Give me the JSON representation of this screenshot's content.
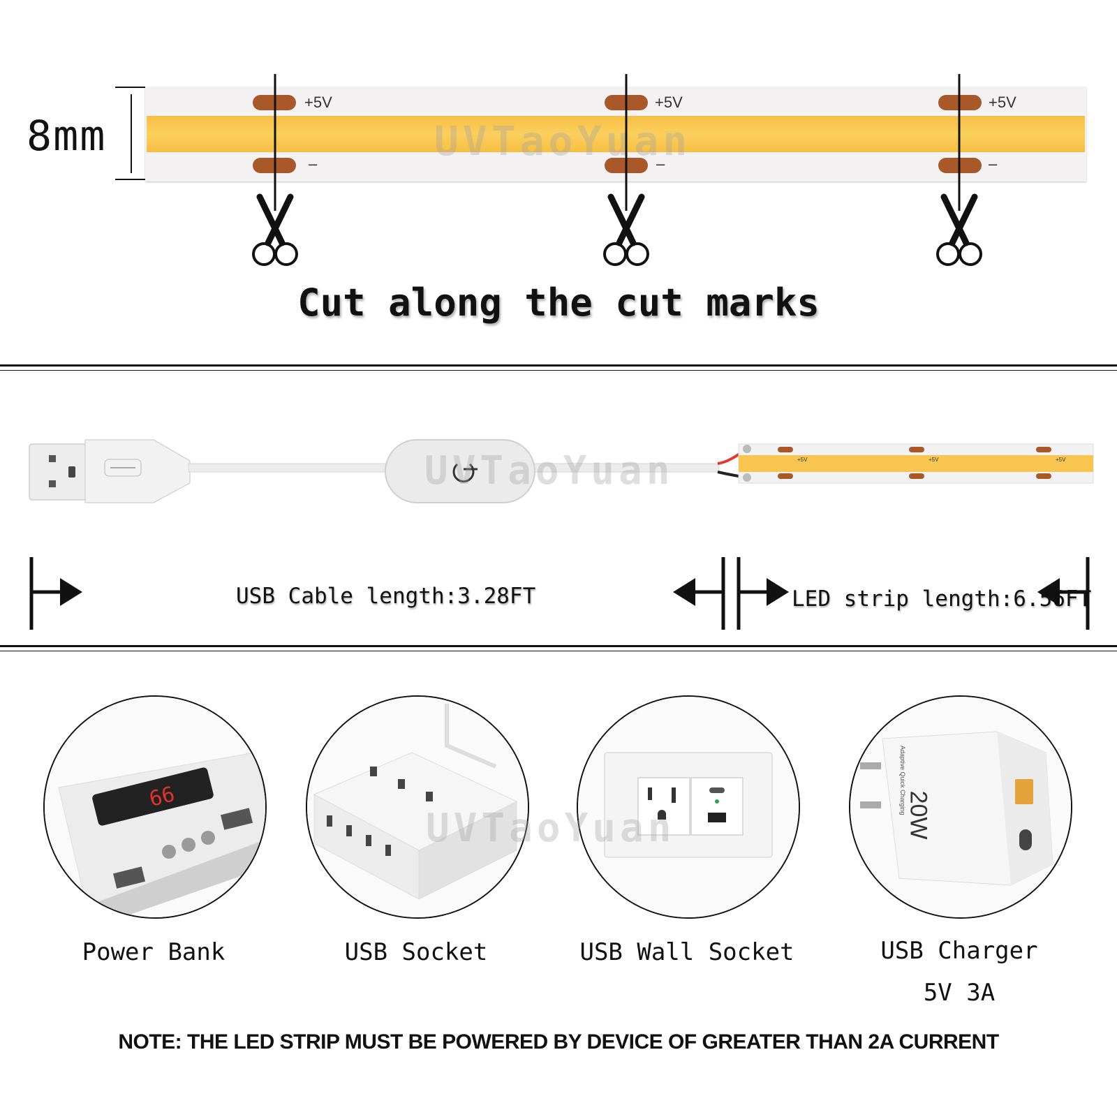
{
  "watermark": "UVTaoYuan",
  "strip_section": {
    "width_label": "8mm",
    "pad_plus_label": "+5V",
    "pad_minus_label": "–",
    "cut_caption": "Cut along the cut marks"
  },
  "cable_section": {
    "usb_cable_length_label": "USB Cable length:3.28FT",
    "led_strip_length_label": "LED strip length:6.56FT"
  },
  "devices": [
    {
      "label": "Power Bank",
      "display": "66"
    },
    {
      "label": "USB Socket"
    },
    {
      "label": "USB Wall Socket"
    },
    {
      "label": "USB Charger",
      "sub_label": "5V 3A",
      "power_text": "20W",
      "brand_text": "Adaptive Quick Charging"
    }
  ],
  "note": "NOTE: THE LED STRIP MUST BE POWERED BY DEVICE OF GREATER THAN 2A CURRENT",
  "colors": {
    "strip_yellow": "#f8c650",
    "pad_copper": "#a9582a",
    "strip_base": "#f3f1f1",
    "display_red": "#e0322e"
  }
}
